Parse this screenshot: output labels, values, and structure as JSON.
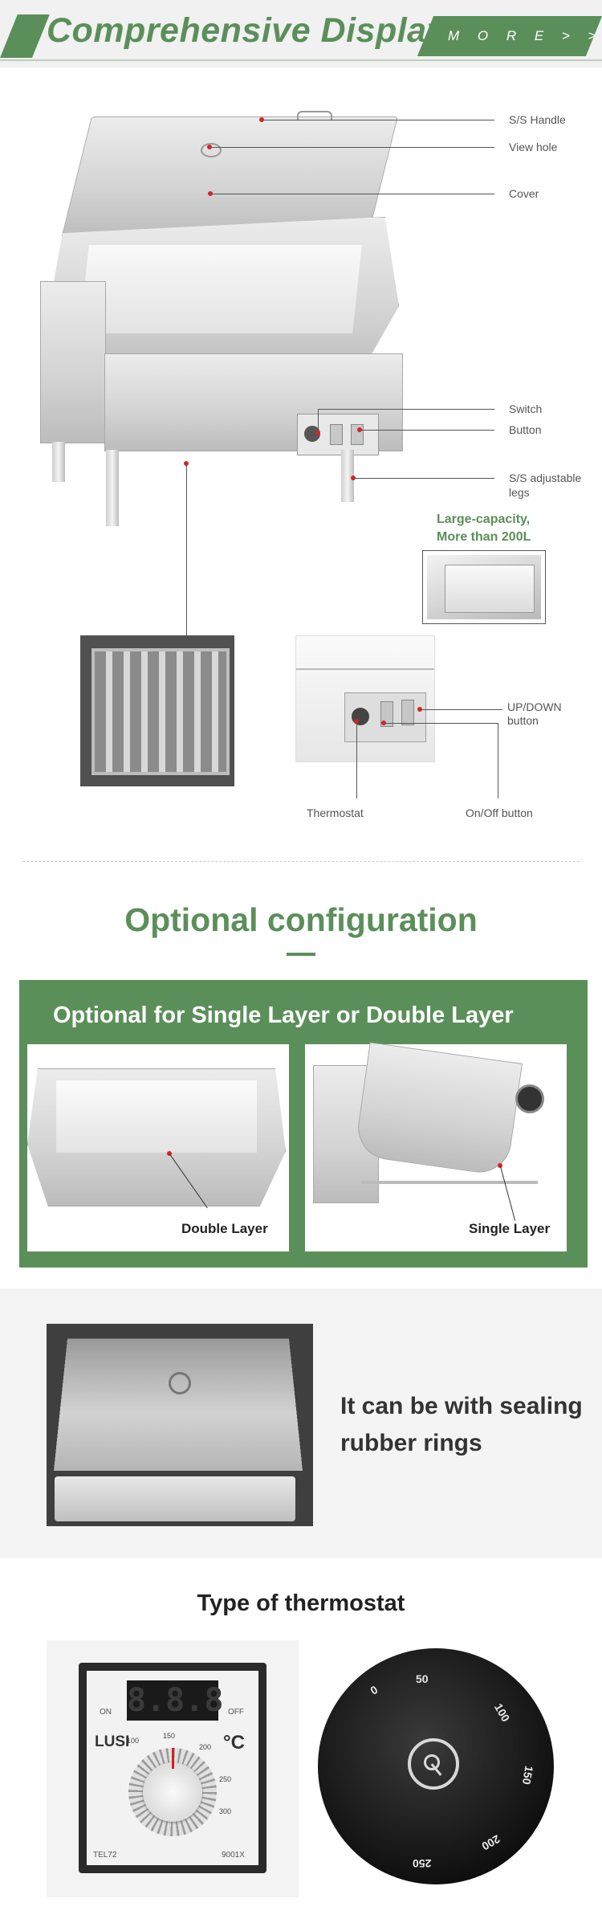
{
  "banner": {
    "title": "Comprehensive Display",
    "more_label": "M O R E > >"
  },
  "callouts": {
    "handle": "S/S Handle",
    "view_hole": "View hole",
    "cover": "Cover",
    "switch": "Switch",
    "button": "Button",
    "legs_line1": "S/S adjustable",
    "legs_line2": "legs",
    "capacity_line1": "Large-capacity,",
    "capacity_line2": "More than 200L",
    "updown_line1": "UP/DOWN",
    "updown_line2": "button",
    "thermostat": "Thermostat",
    "onoff": "On/Off button"
  },
  "optional": {
    "title": "Optional configuration",
    "box_title": "Optional for Single Layer or Double Layer",
    "double_label": "Double Layer",
    "single_label": "Single Layer"
  },
  "sealing": {
    "line1": "It can be with sealing",
    "line2": "rubber rings"
  },
  "thermostat_section": {
    "title": "Type of thermostat",
    "digital": {
      "display": "8.8.8",
      "brand": "LUSI",
      "unit": "°C",
      "on": "ON",
      "off": "OFF",
      "model_left": "TEL72",
      "model_right": "9001X",
      "scale": [
        "100",
        "150",
        "200",
        "250",
        "300"
      ]
    },
    "knob": {
      "scale": [
        "50",
        "100",
        "150",
        "200",
        "250",
        "0"
      ]
    }
  },
  "colors": {
    "accent_green": "#5b8f5a",
    "marker_red": "#e02020"
  }
}
